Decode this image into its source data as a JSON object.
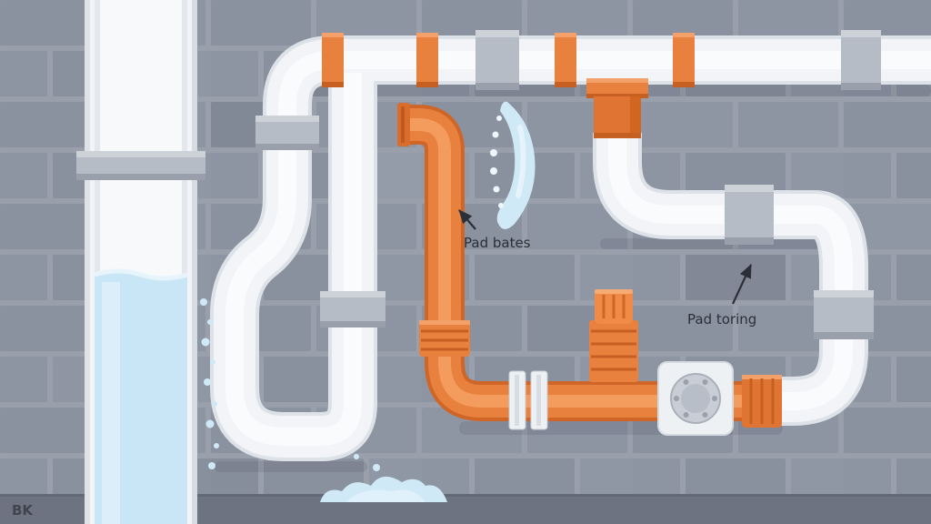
{
  "illustration": {
    "watermark": "BK",
    "annotations": [
      {
        "id": "water-leak",
        "label": "Pad bates"
      },
      {
        "id": "pipe-coupling",
        "label": "Pad toring"
      }
    ]
  },
  "colors": {
    "wall_brick": "#8a919f",
    "wall_mortar": "#99a0ac",
    "floor": "#6d7380",
    "pipe_white": "#f2f4f7",
    "pipe_white_edge": "#dde2e8",
    "pipe_orange": "#e8803e",
    "pipe_orange_edge": "#cf6527",
    "coupling_gray": "#b6bcc5",
    "water_blue": "#c9e6f6",
    "label_text": "#2b3038"
  }
}
